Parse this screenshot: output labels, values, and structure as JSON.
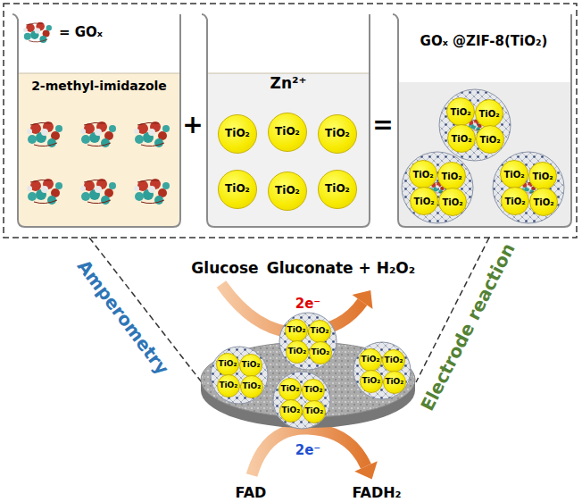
{
  "diagram": {
    "nodes": [
      {
        "text": [
          "2-methyl-imidazole"
        ]
      },
      {
        "text": [
          "Zn²⁺"
        ]
      },
      {
        "text": [
          "TiO₂"
        ],
        "in": 1
      },
      {
        "text": [
          "TiO₂"
        ],
        "in": 1
      },
      {
        "text": [
          "TiO₂"
        ],
        "in": 1
      },
      {
        "text": [
          "TiO₂"
        ],
        "in": 1
      },
      {
        "text": [
          "TiO₂"
        ],
        "in": 1
      },
      {
        "text": [
          "TiO₂"
        ],
        "in": 1
      },
      {
        "text": [
          "GOₓ @ZIF-8(TiO₂)"
        ]
      },
      {
        "text": [
          "TiO₂"
        ],
        "in": 8
      },
      {
        "text": [
          "TiO₂"
        ],
        "in": 8
      },
      {
        "text": [
          "TiO₂"
        ],
        "in": 8
      },
      {
        "text": [
          "TiO₂"
        ],
        "in": 8
      },
      {
        "text": [
          "TiO₂"
        ],
        "in": 8
      },
      {
        "text": [
          "TiO₂"
        ],
        "in": 8
      },
      {
        "text": [
          "TiO₂"
        ],
        "in": 8
      },
      {
        "text": [
          "TiO₂"
        ],
        "in": 8
      },
      {
        "text": [
          "TiO₂"
        ],
        "in": 8
      },
      {
        "text": [
          "TiO₂"
        ],
        "in": 8
      },
      {
        "text": [
          "TiO₂"
        ],
        "in": 8
      },
      {
        "text": [
          "TiO₂"
        ],
        "in": 8
      },
      {
        "text": [
          "TiO₂"
        ]
      },
      {
        "text": [
          "TiO₂"
        ]
      },
      {
        "text": [
          "TiO₂"
        ]
      },
      {
        "text": [
          "TiO₂"
        ]
      },
      {
        "text": [
          "TiO₂"
        ]
      },
      {
        "text": [
          "TiO₂"
        ]
      },
      {
        "text": [
          "TiO₂"
        ]
      },
      {
        "text": [
          "TiO₂"
        ]
      },
      {
        "text": [
          "TiO₂"
        ]
      },
      {
        "text": [
          "TiO₂"
        ]
      },
      {
        "text": [
          "TiO₂"
        ]
      },
      {
        "text": [
          "TiO₂"
        ]
      },
      {
        "text": [
          "TiO₂"
        ]
      },
      {
        "text": [
          "TiO₂"
        ]
      },
      {
        "text": [
          "TiO₂"
        ]
      },
      {
        "text": [
          "TiO₂"
        ]
      }
    ],
    "labels": [
      "+",
      "=",
      "Amperometry",
      "Electrode reaction",
      "Glucose",
      "Gluconate + H₂O₂",
      "2e⁻",
      "2e⁻",
      "FAD",
      "FADH₂"
    ],
    "legend": [
      {
        "text": "= GOₓ"
      }
    ]
  }
}
